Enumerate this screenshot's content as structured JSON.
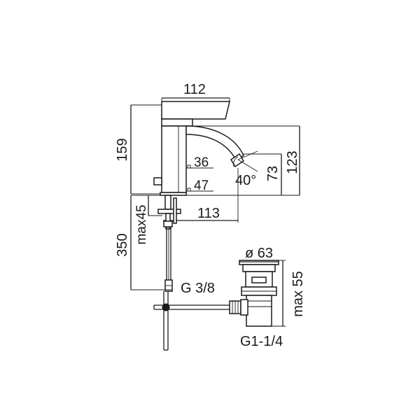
{
  "drawing": {
    "faucet": {
      "top_width": "112",
      "overall_height": "159",
      "spout_height": "123",
      "outlet_height": "73",
      "outlet_angle": "40°",
      "handle_offset_upper": "36",
      "handle_offset_lower": "47",
      "spout_reach": "113",
      "max_deck_thickness": "max45",
      "hose_length": "350",
      "connection_thread": "G 3/8"
    },
    "drain": {
      "diameter": "ø 63",
      "max_height": "max 55",
      "thread": "G1-1/4"
    }
  }
}
